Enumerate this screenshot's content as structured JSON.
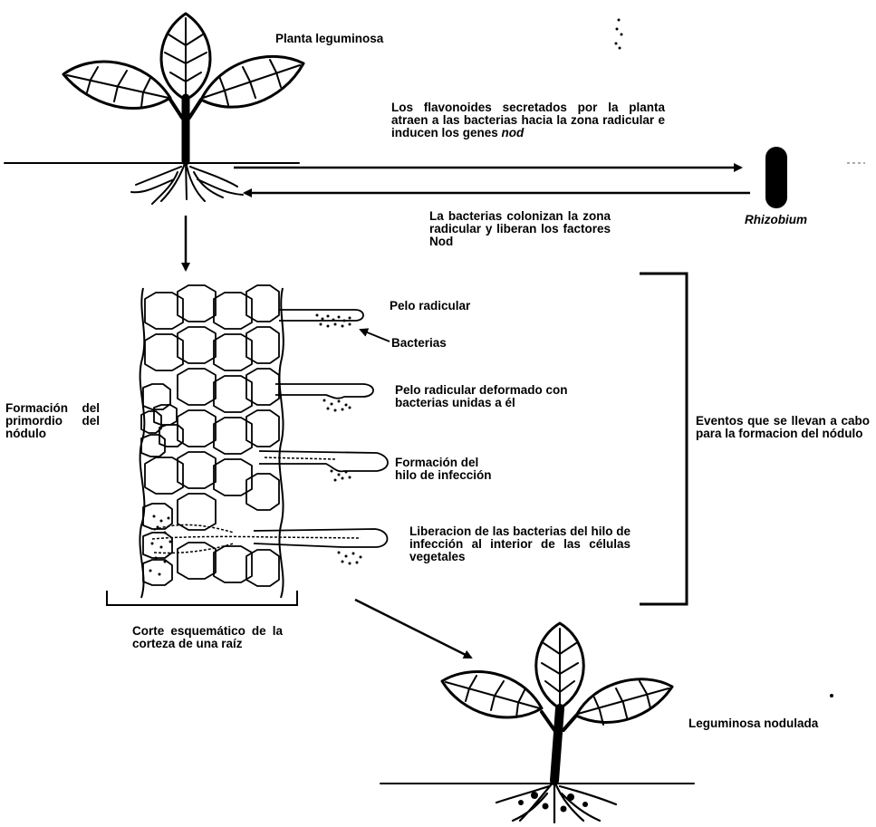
{
  "colors": {
    "ink": "#000000",
    "paper": "#ffffff"
  },
  "labels": {
    "plant_top": "Planta leguminosa",
    "flavonoids": "Los flavonoides secretados por la planta atraen a las bacterias hacia la zona radicular e inducen los genes",
    "flavonoids_italic": "nod",
    "rhizobium": "Rhizobium",
    "colonize": "La bacterias colonizan la zona radicular y liberan los factores Nod",
    "root_hair": "Pelo radicular",
    "bacteria": "Bacterias",
    "deformed_hair": "Pelo radicular deformado con bacterias unidas a él",
    "primordium": "Formación del primordio del nódulo",
    "infection_thread": "Formación del hilo de infección",
    "release": "Liberacion de las bacterias del hilo de infección al interior de las células vegetales",
    "events": "Eventos que se llevan a cabo para la formacion del nódulo",
    "section": "Corte esquemático de la corteza de una raíz",
    "nodulated": "Leguminosa nodulada"
  }
}
